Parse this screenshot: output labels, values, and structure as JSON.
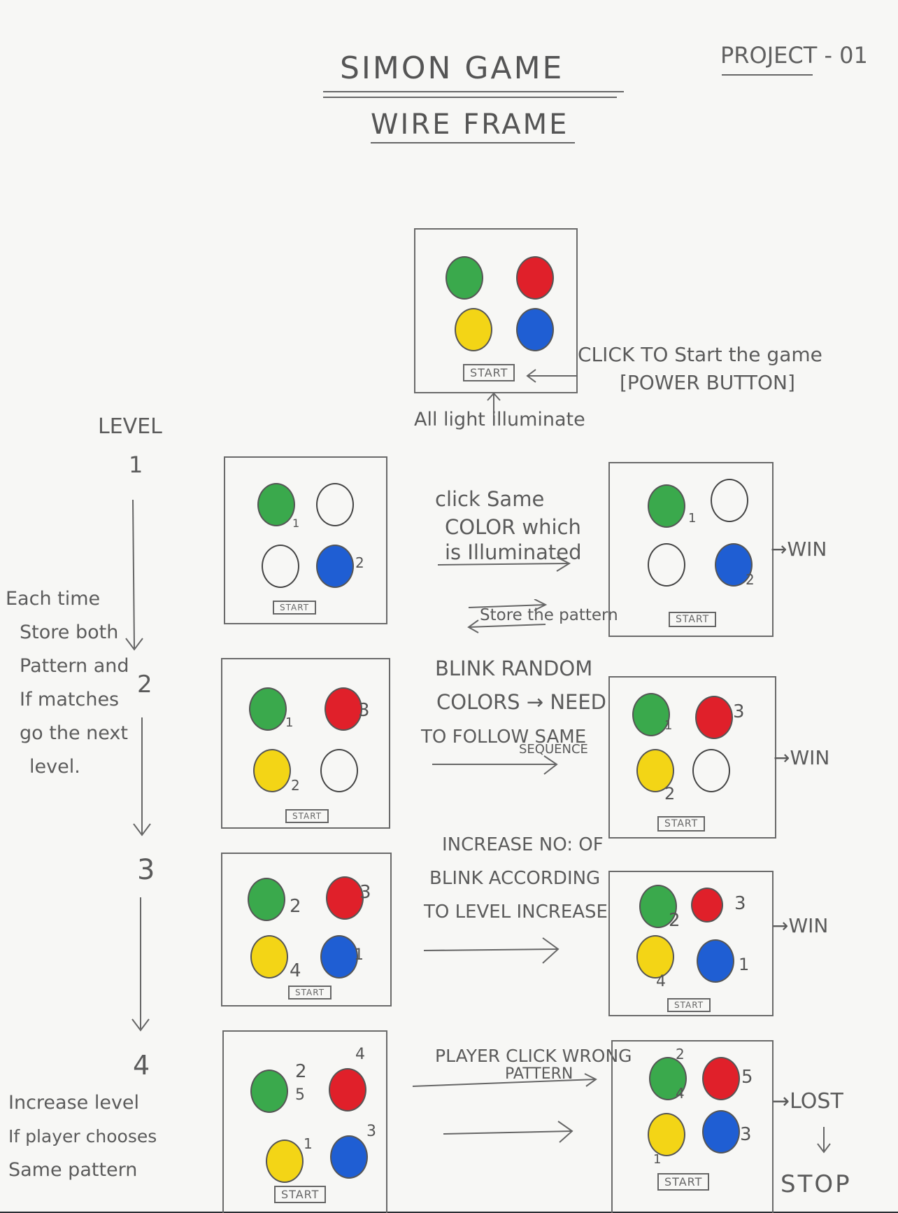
{
  "header": {
    "title": "SIMON GAME",
    "subtitle": "WIRE FRAME",
    "project": "PROJECT - 01"
  },
  "main_box": {
    "start_label": "START",
    "click_note_line1": "CLICK TO Start the game",
    "click_note_line2": "[POWER BUTTON]",
    "illuminate_note": "All light illuminate"
  },
  "level_axis": {
    "label": "LEVEL",
    "levels": [
      "1",
      "2",
      "3",
      "4"
    ]
  },
  "side_notes": {
    "each_time": [
      "Each time",
      "Store both",
      "Pattern and",
      "If matches",
      "go the next",
      "level."
    ],
    "increase": [
      "Increase level",
      "If player chooses",
      "Same pattern"
    ]
  },
  "rows": [
    {
      "note": [
        "click Same",
        "COLOR which",
        "is Illuminated"
      ],
      "sub_note": "Store the pattern",
      "left_numbers": [
        "1",
        "2"
      ],
      "right_numbers": [
        "1",
        "2"
      ],
      "outcome": "WIN"
    },
    {
      "note": [
        "BLINK RANDOM",
        "COLORS → NEED",
        "TO FOLLOW SAME",
        "SEQUENCE"
      ],
      "left_numbers": [
        "1",
        "3",
        "2"
      ],
      "right_numbers": [
        "1",
        "3",
        "2"
      ],
      "outcome": "WIN"
    },
    {
      "note": [
        "INCREASE NO: OF",
        "BLINK ACCORDING",
        "TO LEVEL INCREASE"
      ],
      "left_numbers": [
        "2",
        "3",
        "4",
        "1"
      ],
      "right_numbers": [
        "2",
        "3",
        "4",
        "1"
      ],
      "outcome": "WIN"
    },
    {
      "note": [
        "PLAYER CLICK WRONG",
        "PATTERN"
      ],
      "left_numbers": [
        "2",
        "5",
        "4",
        "1",
        "3"
      ],
      "right_numbers": [
        "2",
        "4",
        "5",
        "1",
        "3"
      ],
      "outcome": "LOST",
      "final": "STOP"
    }
  ],
  "colors": {
    "green": "#3aa94c",
    "red": "#e0202a",
    "yellow": "#f3d516",
    "blue": "#1f5ed3"
  }
}
